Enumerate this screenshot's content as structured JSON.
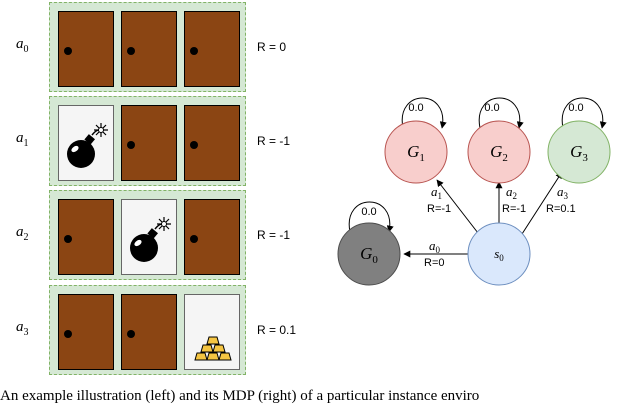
{
  "rows": [
    {
      "action": "a",
      "sub": "0",
      "reward": "R = 0",
      "cells": [
        "door",
        "door",
        "door"
      ]
    },
    {
      "action": "a",
      "sub": "1",
      "reward": "R = -1",
      "cells": [
        "bomb",
        "door",
        "door"
      ]
    },
    {
      "action": "a",
      "sub": "2",
      "reward": "R = -1",
      "cells": [
        "door",
        "bomb",
        "door"
      ]
    },
    {
      "action": "a",
      "sub": "3",
      "reward": "R = 0.1",
      "cells": [
        "door",
        "door",
        "gold"
      ]
    }
  ],
  "colors": {
    "panel_fill": "#d5e8d4",
    "panel_border": "#82b366",
    "door": "#8b4513",
    "g1_fill": "#f8cecc",
    "g1_stroke": "#b85450",
    "g3_fill": "#d5e8d4",
    "g3_stroke": "#82b366",
    "g0_fill": "#808080",
    "g0_stroke": "#4d4d4d",
    "s0_fill": "#dae8fc",
    "s0_stroke": "#6c8ebf"
  },
  "mdp": {
    "nodes": [
      {
        "id": "G1",
        "label": "G",
        "sub": "1",
        "loop": "0.0"
      },
      {
        "id": "G2",
        "label": "G",
        "sub": "2",
        "loop": "0.0"
      },
      {
        "id": "G3",
        "label": "G",
        "sub": "3",
        "loop": "0.0"
      },
      {
        "id": "G0",
        "label": "G",
        "sub": "0",
        "loop": "0.0"
      },
      {
        "id": "s0",
        "label": "s",
        "sub": "0"
      }
    ],
    "edges": [
      {
        "from": "s0",
        "to": "G1",
        "action": "a",
        "sub": "1",
        "reward": "R=-1"
      },
      {
        "from": "s0",
        "to": "G2",
        "action": "a",
        "sub": "2",
        "reward": "R=-1"
      },
      {
        "from": "s0",
        "to": "G3",
        "action": "a",
        "sub": "3",
        "reward": "R=0.1"
      },
      {
        "from": "s0",
        "to": "G0",
        "action": "a",
        "sub": "0",
        "reward": "R=0"
      }
    ]
  },
  "caption": "An example illustration (left) and its MDP (right) of a particular instance enviro"
}
